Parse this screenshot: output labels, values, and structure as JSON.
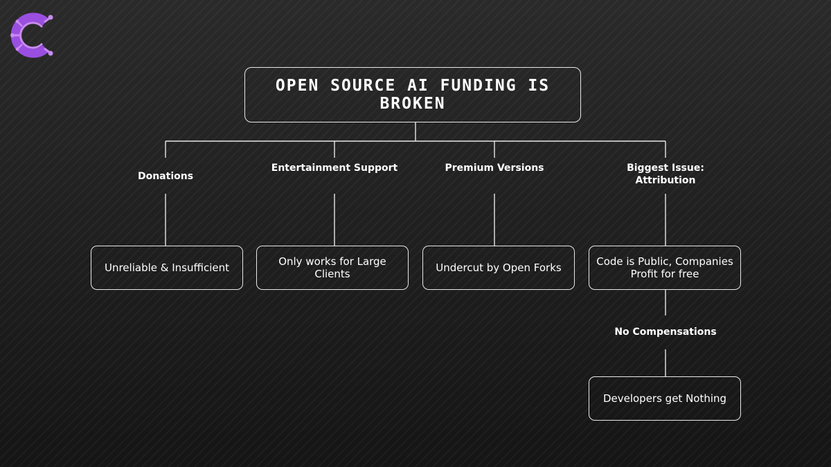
{
  "title": "Open Source AI Funding is Broken",
  "logo": {
    "icon": "circuit-c-logo-icon",
    "color_light": "#c98bf2",
    "color_dark": "#8a3fd1"
  },
  "branches": [
    {
      "label": "Donations",
      "result": "Unreliable & Insufficient"
    },
    {
      "label": "Entertainment Support",
      "result": "Only works for Large Clients"
    },
    {
      "label": "Premium Versions",
      "result": "Undercut by Open Forks"
    },
    {
      "label": "Biggest Issue: Attribution",
      "result": "Code is Public, Companies Profit for free"
    }
  ],
  "followup": {
    "label": "No Compensations",
    "result": "Developers get Nothing"
  },
  "colors": {
    "line": "#e8e8e8",
    "text": "#ffffff",
    "background": "#1a1a1a"
  }
}
